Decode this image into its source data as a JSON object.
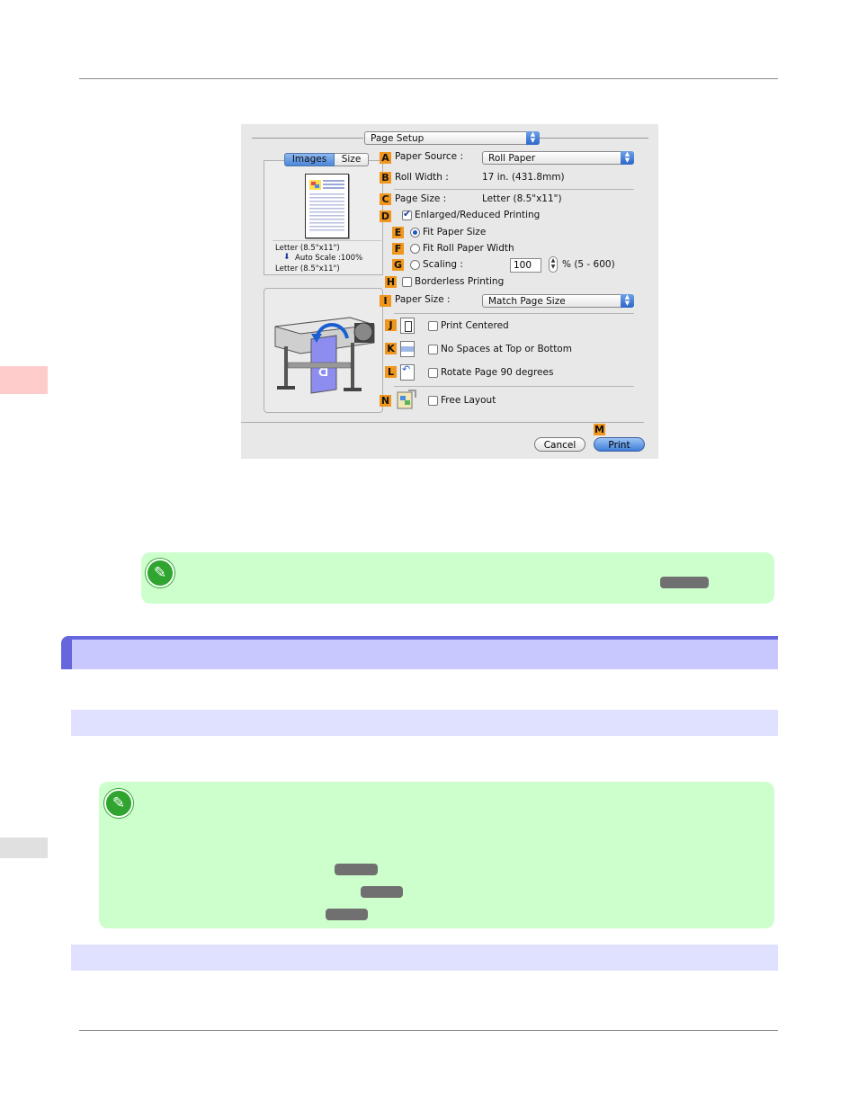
{
  "dialog": {
    "page_setup": "Page Setup",
    "tabs": [
      "Images",
      "Size"
    ],
    "preview": {
      "line1": "Letter (8.5\"x11\")",
      "line2": "Auto Scale :100%",
      "line3": "Letter (8.5\"x11\")"
    },
    "rows": {
      "a": {
        "badge": "A",
        "label": "Paper Source :",
        "value": "Roll Paper"
      },
      "b": {
        "badge": "B",
        "label": "Roll Width :",
        "value": "17 in. (431.8mm)"
      },
      "c": {
        "badge": "C",
        "label": "Page Size :",
        "value": "Letter (8.5\"x11\")"
      },
      "d": {
        "badge": "D",
        "label": "Enlarged/Reduced Printing",
        "checked": true
      },
      "e": {
        "badge": "E",
        "label": "Fit Paper Size",
        "selected": true
      },
      "f": {
        "badge": "F",
        "label": "Fit Roll Paper Width"
      },
      "g": {
        "badge": "G",
        "label": "Scaling :",
        "value": "100",
        "range": "% (5 - 600)"
      },
      "h": {
        "badge": "H",
        "label": "Borderless Printing",
        "checked": false
      },
      "i": {
        "badge": "I",
        "label": "Paper Size :",
        "value": "Match Page Size"
      },
      "j": {
        "badge": "J",
        "label": "Print Centered",
        "checked": false
      },
      "k": {
        "badge": "K",
        "label": "No Spaces at Top or Bottom",
        "checked": false
      },
      "l": {
        "badge": "L",
        "label": "Rotate Page 90 degrees",
        "checked": false
      },
      "n": {
        "badge": "N",
        "label": "Free Layout",
        "checked": false
      }
    },
    "m_badge": "M",
    "cancel": "Cancel",
    "print": "Print"
  },
  "colors": {
    "note_bg": "#ccffcc",
    "section_bar": "#c8c8ff",
    "section_accent": "#6666dd",
    "sub_bar": "#e0e0ff",
    "badge": "#f0961c",
    "sidetab": "#ffcccc"
  }
}
